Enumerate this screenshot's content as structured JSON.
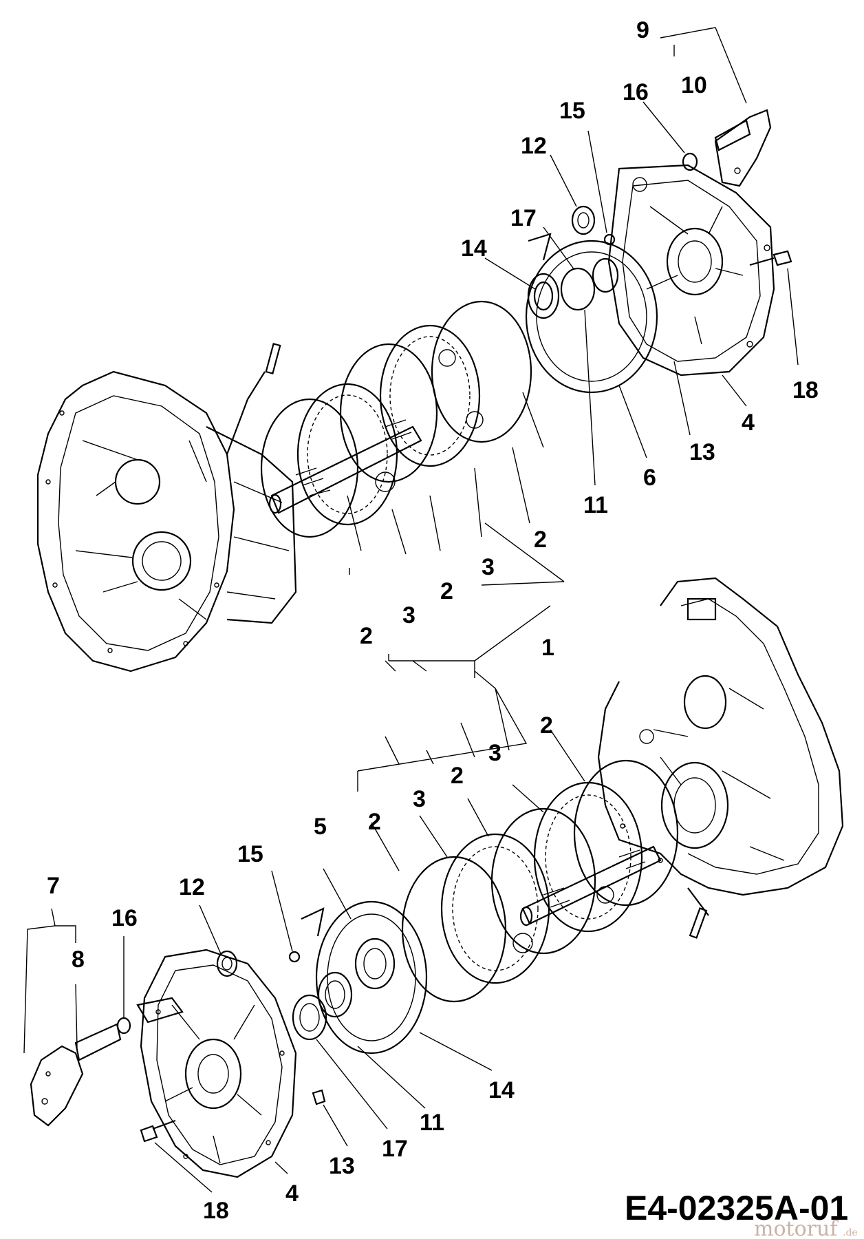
{
  "labels": {
    "l1": "1",
    "l2": "2",
    "l3": "3",
    "l4": "4",
    "l5": "5",
    "l6": "6",
    "l7": "7",
    "l8": "8",
    "l9": "9",
    "l10": "10",
    "l11": "11",
    "l12": "12",
    "l13": "13",
    "l14": "14",
    "l15": "15",
    "l16": "16",
    "l17": "17",
    "l18": "18"
  },
  "drawing_code": "E4-02325A-01",
  "watermark": {
    "brand": "motoruf",
    "tld": ".de"
  }
}
